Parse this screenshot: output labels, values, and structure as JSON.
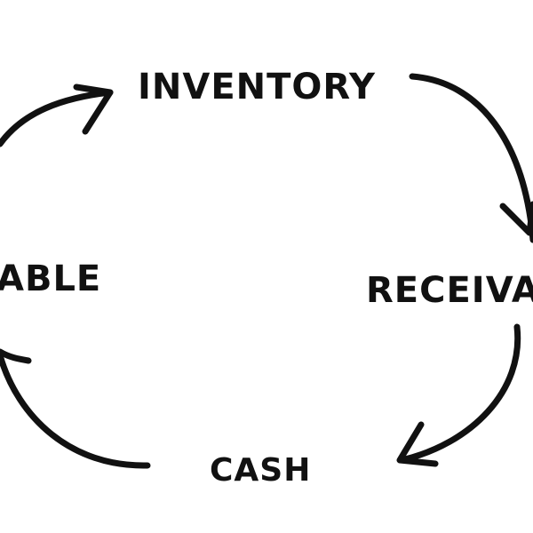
{
  "diagram": {
    "nodes": [
      {
        "id": "inventory",
        "label": "INVENTORY"
      },
      {
        "id": "receivable",
        "label": "RECEIVA"
      },
      {
        "id": "cash",
        "label": "CASH"
      },
      {
        "id": "payable",
        "label": "ABLE"
      }
    ],
    "edges": [
      {
        "from": "inventory",
        "to": "receivable"
      },
      {
        "from": "receivable",
        "to": "cash"
      },
      {
        "from": "cash",
        "to": "payable"
      },
      {
        "from": "payable",
        "to": "inventory"
      }
    ],
    "colors": {
      "background": "#ffffff",
      "ink": "#111111"
    }
  }
}
